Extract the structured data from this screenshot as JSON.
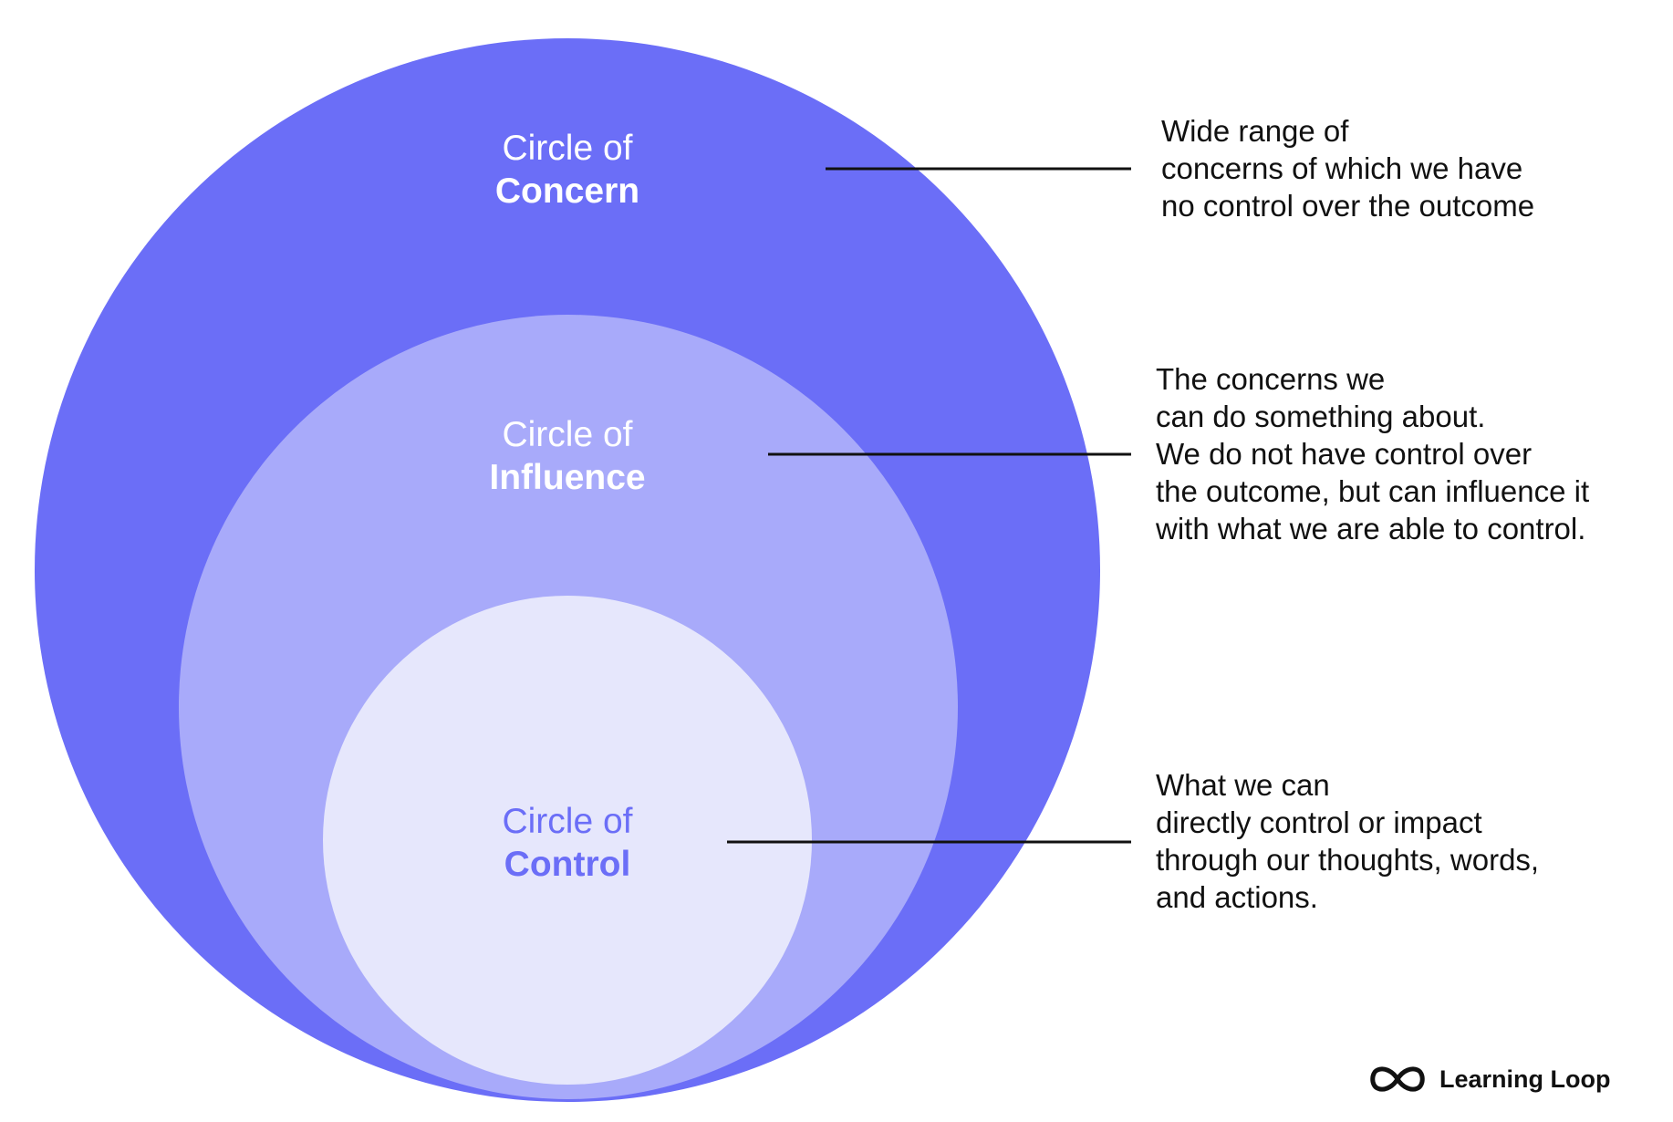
{
  "colors": {
    "concern": "#6b6ef7",
    "influence": "#a8aafa",
    "control": "#e6e7fc",
    "control_text": "#6b6ef7",
    "label_text": "#ffffff",
    "line": "#111111"
  },
  "circles": {
    "concern": {
      "top": "Circle of",
      "bottom": "Concern"
    },
    "influence": {
      "top": "Circle of",
      "bottom": "Influence"
    },
    "control": {
      "top": "Circle of",
      "bottom": "Control"
    }
  },
  "descriptions": {
    "concern": [
      "Wide range of",
      "concerns of which we have",
      "no control over the outcome"
    ],
    "influence": [
      "The concerns we",
      "can do something about.",
      "We do not have control over",
      "the outcome, but can influence it",
      "with what we are able to control."
    ],
    "control": [
      "What we can",
      "directly control or impact",
      "through our thoughts, words,",
      "and actions."
    ]
  },
  "brand": {
    "icon": "infinity-icon",
    "name": "Learning Loop"
  }
}
